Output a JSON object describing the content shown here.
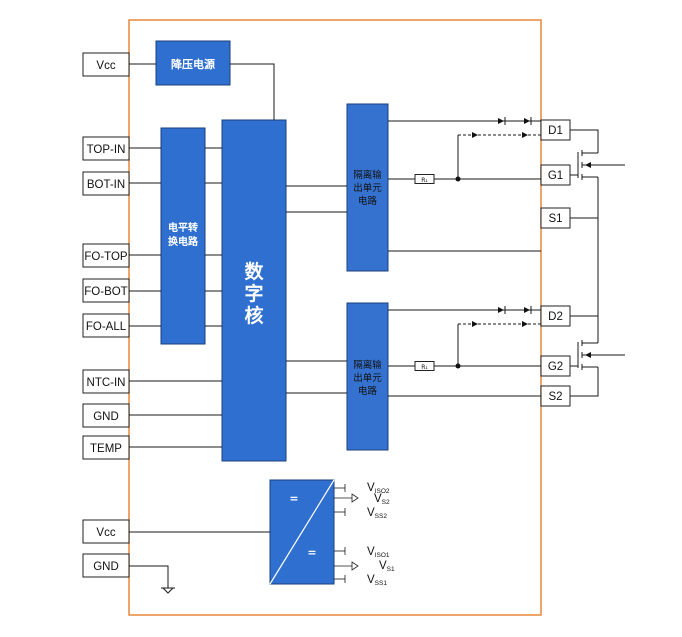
{
  "pins_left": {
    "vcc_top": "Vcc",
    "top_in": "TOP-IN",
    "bot_in": "BOT-IN",
    "fo_top": "FO-TOP",
    "fo_bot": "FO-BOT",
    "fo_all": "FO-ALL",
    "ntc_in": "NTC-IN",
    "gnd": "GND",
    "temp": "TEMP",
    "vcc_bottom": "Vcc",
    "gnd_bottom": "GND"
  },
  "pins_right": {
    "d1": "D1",
    "g1": "G1",
    "s1": "S1",
    "d2": "D2",
    "g2": "G2",
    "s2": "S2"
  },
  "blocks": {
    "regulator": "降压电源",
    "level_shift_line1": "电平转",
    "level_shift_line2": "换电路",
    "digital_core_line1": "数",
    "digital_core_line2": "字",
    "digital_core_line3": "核",
    "iso_top_line1": "隔离输",
    "iso_top_line2": "出单元",
    "iso_top_line3": "电路",
    "iso_bot_line1": "隔离输",
    "iso_bot_line2": "出单元",
    "iso_bot_line3": "电路",
    "dcdc_eq_top": "=",
    "dcdc_eq_bottom": "="
  },
  "resistor_labels": {
    "top": "R₁",
    "bottom": "R₁"
  },
  "supply_outputs": {
    "viso2_main": "V",
    "viso2_sub": "ISO2",
    "vs2_main": "V",
    "vs2_sub": "S2",
    "vss2_main": "V",
    "vss2_sub": "SS2",
    "viso1_main": "V",
    "viso1_sub": "ISO1",
    "vs1_main": "V",
    "vs1_sub": "S1",
    "vss1_main": "V",
    "vss1_sub": "SS1"
  },
  "colors": {
    "frame": "#e8873a",
    "block_fill": "#2e6fcf",
    "block_stroke": "#1b3f7d"
  }
}
